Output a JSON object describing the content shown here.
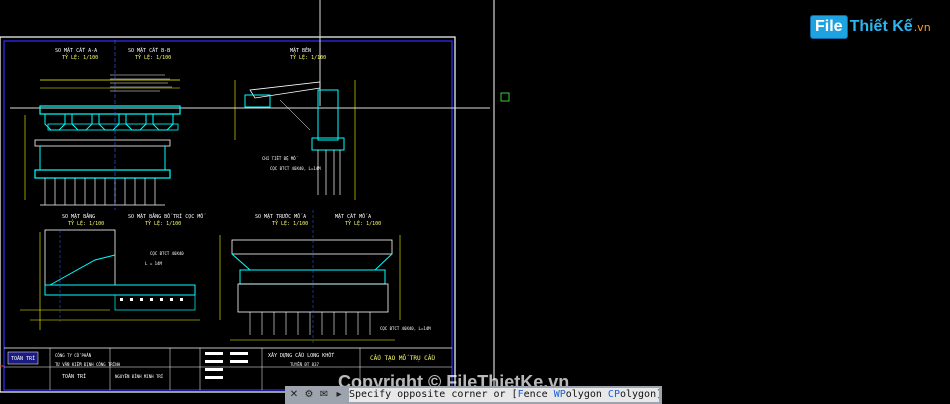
{
  "logo": {
    "mark": "File",
    "name": "Thiết Kế",
    "tld": ".vn"
  },
  "watermark": "Copyright © FileThietKe.vn",
  "command_line": {
    "prefix": "Specify opposite corner or [",
    "fence_key": "F",
    "fence_rest": "ence ",
    "wp_key": "WP",
    "wp_rest": "olygon ",
    "cp_key": "CP",
    "cp_rest": "olygon]:",
    "icons": [
      "close-icon",
      "wrench-icon",
      "comment-icon",
      "arrow-icon"
    ]
  },
  "drawing": {
    "views": {
      "section_aa": "SO MẶT CẮT A-A",
      "section_bb": "SO MẶT CẮT B-B",
      "side_view": "MẶT BÊN",
      "scale_100": "TỶ LỆ: 1/100",
      "front_view": "SO MẶT BẰNG",
      "pile_plan": "SO MẶT BẰNG BỐ TRÍ CỌC MỐ",
      "front_abutment": "SO MẶT TRƯỚC MỐ A",
      "section_aa2": "MẶT CẮT MỐ A"
    },
    "title_block": {
      "company_line1": "CÔNG TY CỔ PHẦN",
      "company_line2": "TƯ VẤN KIỂM ĐỊNH CÔNG TRÌNH",
      "company_line3": "TOÀN TRÍ",
      "logo_text": "TOÀN TRÍ",
      "project_l1": "XÂY DỰNG CẦU LONG KHỐT",
      "project_l2": "TUYẾN ĐT 837",
      "drawing_name": "CẤU TẠO MỐ TRỤ CẦU",
      "signer": "NGUYỄN ĐÌNH MINH TRÍ"
    }
  }
}
